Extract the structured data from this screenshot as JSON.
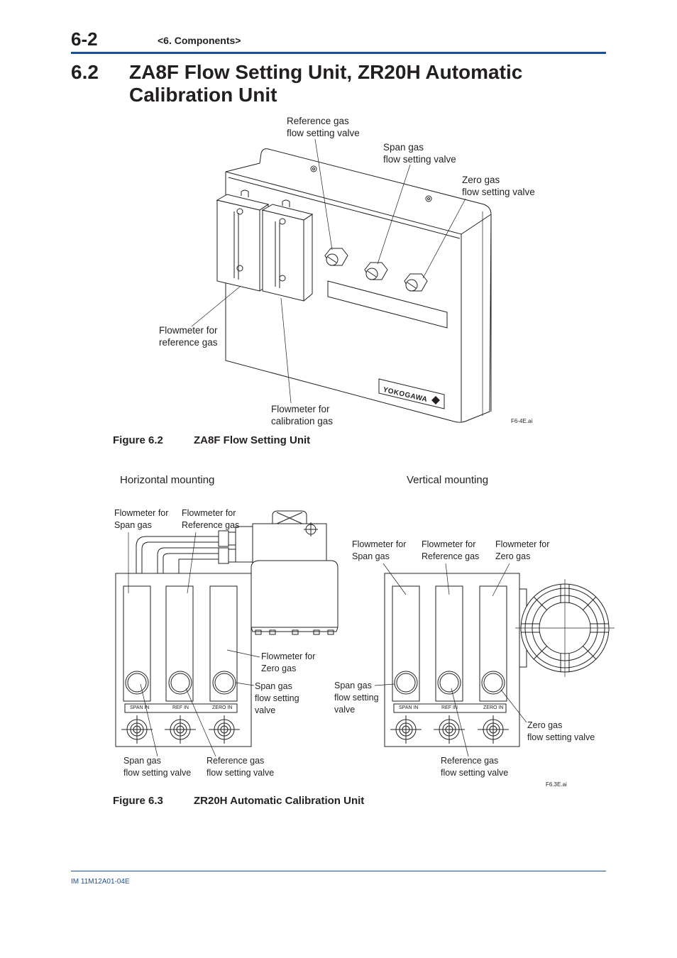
{
  "header": {
    "page_number": "6-2",
    "chapter": "<6. Components>"
  },
  "section": {
    "number": "6.2",
    "title": "ZA8F Flow Setting Unit, ZR20H Automatic Calibration Unit"
  },
  "figure_6_2": {
    "caption_number": "Figure 6.2",
    "caption_title": "ZA8F Flow Setting Unit",
    "file_ref": "F6-4E.ai",
    "brand": "YOKOGAWA",
    "labels": {
      "reference_valve": "Reference gas\nflow setting valve",
      "span_valve": "Span gas\nflow setting valve",
      "zero_valve": "Zero gas\nflow setting valve",
      "flowmeter_reference": "Flowmeter for\nreference gas",
      "flowmeter_calibration": "Flowmeter for\ncalibration gas"
    }
  },
  "figure_6_3": {
    "caption_number": "Figure 6.3",
    "caption_title": "ZR20H Automatic Calibration Unit",
    "file_ref": "F6.3E.ai",
    "horizontal": {
      "heading": "Horizontal mounting",
      "flowmeter_span": "Flowmeter for\nSpan gas",
      "flowmeter_reference": "Flowmeter for\nReference gas",
      "flowmeter_zero": "Flowmeter for\nZero gas",
      "span_valve_right": "Span gas\nflow setting\nvalve",
      "span_valve_bottom": "Span gas\nflow setting valve",
      "reference_valve_bottom": "Reference gas\nflow setting valve",
      "port_span": "SPAN IN",
      "port_ref": "REF IN",
      "port_zero": "ZERO IN"
    },
    "vertical": {
      "heading": "Vertical mounting",
      "flowmeter_span": "Flowmeter for\nSpan gas",
      "flowmeter_reference": "Flowmeter for\nReference gas",
      "flowmeter_zero": "Flowmeter for\nZero gas",
      "span_valve_left": "Span gas\nflow setting\nvalve",
      "zero_valve": "Zero gas\nflow setting valve",
      "reference_valve_bottom": "Reference gas\nflow setting valve",
      "port_span": "SPAN IN",
      "port_ref": "REF IN",
      "port_zero": "ZERO IN"
    }
  },
  "footer": {
    "doc_id": "IM 11M12A01-04E"
  }
}
